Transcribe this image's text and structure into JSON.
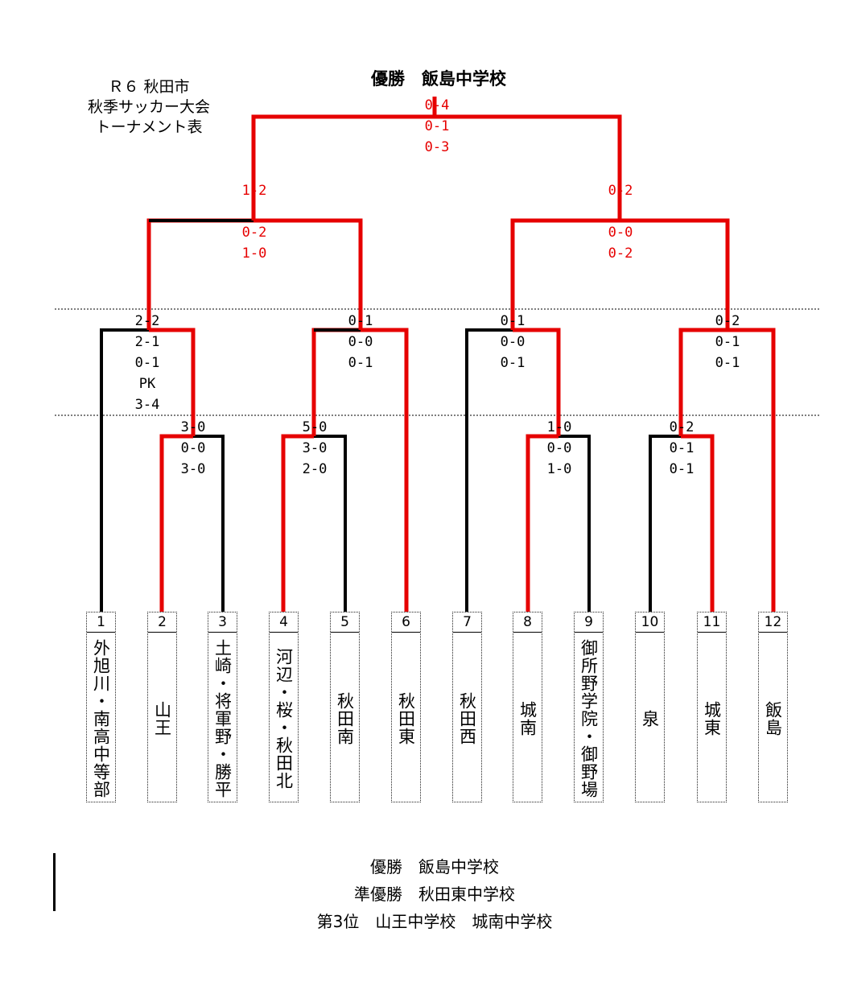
{
  "title_lines": [
    "Ｒ６ 秋田市",
    "秋季サッカー大会",
    "トーナメント表"
  ],
  "champion_header": "優勝　飯島中学校",
  "final": {
    "scores": [
      "0-4",
      "0-1",
      "0-3"
    ]
  },
  "semifinals": [
    {
      "scores": [
        "1-2",
        "0-2",
        "1-0"
      ]
    },
    {
      "scores": [
        "0-2",
        "0-0",
        "0-2"
      ]
    }
  ],
  "quarterfinals": [
    {
      "scores": [
        "2-2",
        "2-1",
        "0-1",
        "PK",
        "3-4"
      ]
    },
    {
      "scores": [
        "0-1",
        "0-0",
        "0-1"
      ]
    },
    {
      "scores": [
        "0-1",
        "0-0",
        "0-1"
      ]
    },
    {
      "scores": [
        "0-2",
        "0-1",
        "0-1"
      ]
    }
  ],
  "first_round": [
    {
      "scores": [
        "3-0",
        "0-0",
        "3-0"
      ]
    },
    {
      "scores": [
        "5-0",
        "3-0",
        "2-0"
      ]
    },
    {
      "scores": [
        "1-0",
        "0-0",
        "1-0"
      ]
    },
    {
      "scores": [
        "0-2",
        "0-1",
        "0-1"
      ]
    }
  ],
  "teams": [
    {
      "num": "1",
      "name": "外旭川・南高中等部"
    },
    {
      "num": "2",
      "name": "山王"
    },
    {
      "num": "3",
      "name": "土崎・将軍野・勝平"
    },
    {
      "num": "4",
      "name": "河辺・桜・秋田北"
    },
    {
      "num": "5",
      "name": "秋田南"
    },
    {
      "num": "6",
      "name": "秋田東"
    },
    {
      "num": "7",
      "name": "秋田西"
    },
    {
      "num": "8",
      "name": "城南"
    },
    {
      "num": "9",
      "name": "御所野学院・御野場"
    },
    {
      "num": "10",
      "name": "泉"
    },
    {
      "num": "11",
      "name": "城東"
    },
    {
      "num": "12",
      "name": "飯島"
    }
  ],
  "results": [
    "優勝　飯島中学校",
    "準優勝　秋田東中学校",
    "第3位　山王中学校　城南中学校"
  ],
  "colors": {
    "winner_line": "#e60000",
    "normal_line": "#000000",
    "dotted": "#555555"
  }
}
